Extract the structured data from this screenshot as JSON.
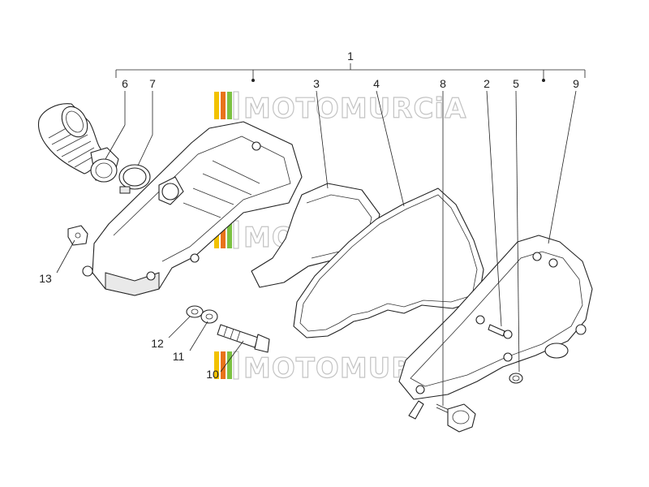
{
  "diagram": {
    "assembly_label": "1",
    "part_labels": [
      "6",
      "7",
      "3",
      "4",
      "8",
      "2",
      "5",
      "9",
      "13",
      "12",
      "11",
      "10"
    ],
    "watermark_text": "MOTOMURCiA",
    "watermark_colors": [
      "#f2c200",
      "#e8731a",
      "#7cc242"
    ],
    "ink_color": "#222222"
  }
}
